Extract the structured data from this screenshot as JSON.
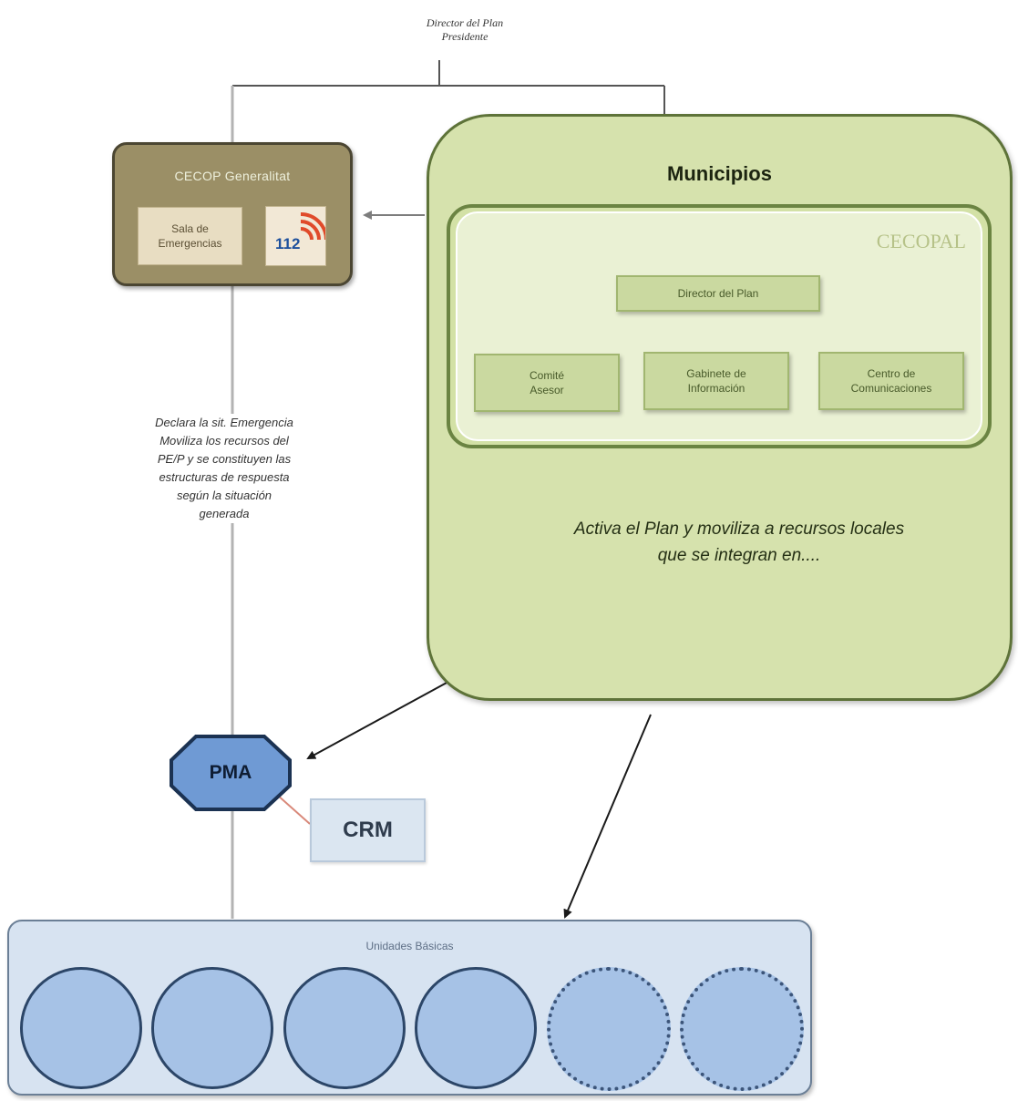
{
  "diagram": {
    "top_note": "Director del Plan\nPresidente",
    "cecop": {
      "title": "CECOP Generalitat",
      "sala_label": "Sala de\nEmergencias",
      "icon_112_text": "112"
    },
    "municipios": {
      "title": "Municipios",
      "activa_text": "Activa el Plan y moviliza a recursos locales\nque se integran en....",
      "cecopal": {
        "title": "CECOPAL",
        "director_label": "Director del Plan",
        "sub_boxes": [
          "Comité\nAsesor",
          "Gabinete de\nInformación",
          "Centro de\nComunicaciones"
        ]
      }
    },
    "left_note": "Declara la sit. Emergencia\nMoviliza los recursos del\nPE/P y se constituyen las\nestructuras de respuesta\nsegún la situación\ngenerada",
    "pma_label": "PMA",
    "crm_label": "CRM",
    "unidades": {
      "title": "Unidades Básicas",
      "circle_styles": [
        "solid",
        "solid",
        "solid",
        "solid",
        "dotted",
        "dotted"
      ]
    },
    "colors": {
      "cecop_fill": "#9b8f66",
      "municipios_fill": "#d6e2ad",
      "pma_fill": "#6f9ad4",
      "unidades_fill": "#d7e3f1"
    }
  }
}
